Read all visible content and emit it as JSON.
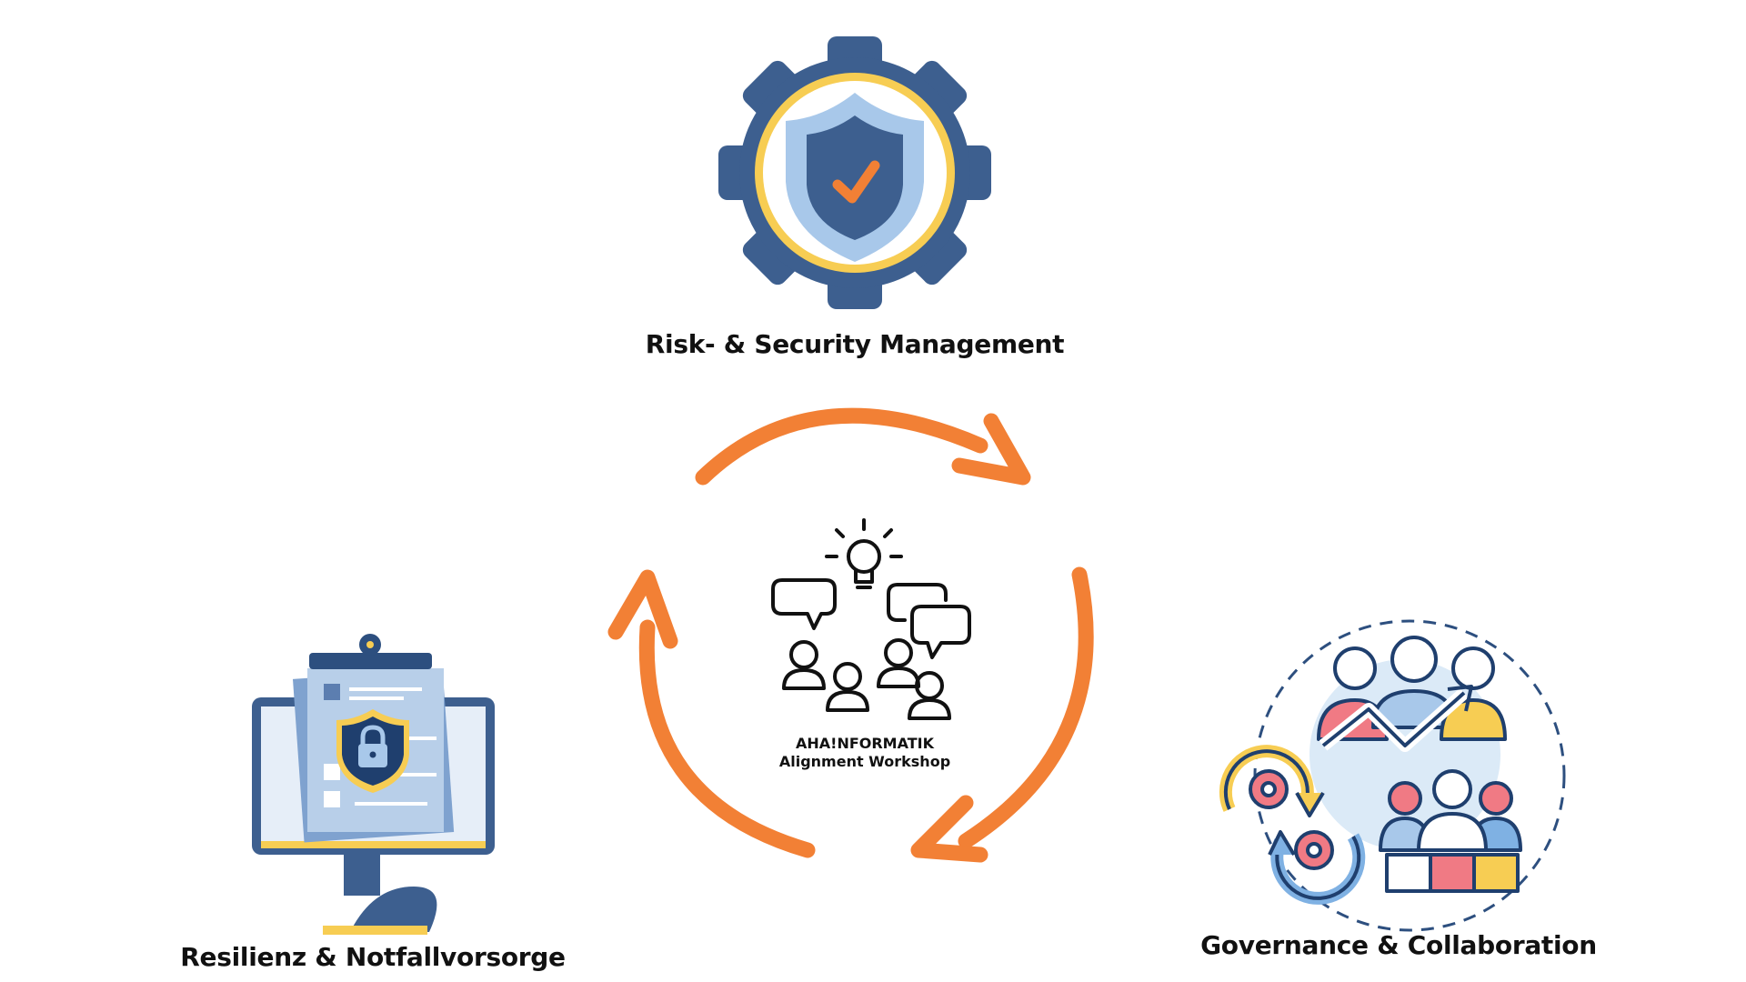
{
  "center": {
    "brand": "AHA!NFORMATIK",
    "subtitle": "Alignment Workshop",
    "icon": "workshop-people-lightbulb-icon"
  },
  "nodes": [
    {
      "label": "Risk- & Security Management",
      "icon": "gear-shield-check-icon"
    },
    {
      "label": "Governance & Collaboration",
      "icon": "team-gears-puzzle-icon"
    },
    {
      "label": "Resilienz & Notfallvorsorge",
      "icon": "monitor-clipboard-lock-icon"
    }
  ],
  "colors": {
    "arrow": "#f28035",
    "navy": "#3d5f8f",
    "gold": "#f7cd53",
    "light_blue": "#a8c8ea",
    "check": "#f28035",
    "outline": "#111111"
  }
}
